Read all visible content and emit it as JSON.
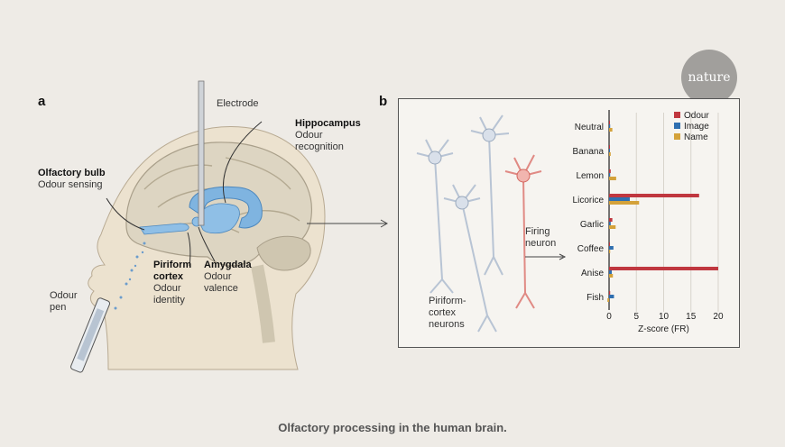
{
  "caption": "Olfactory processing in the human brain.",
  "badge": "nature",
  "panel_a": {
    "letter": "a",
    "labels": {
      "electrode": "Electrode",
      "hippocampus_title": "Hippocampus",
      "hippocampus_sub1": "Odour",
      "hippocampus_sub2": "recognition",
      "bulb_title": "Olfactory bulb",
      "bulb_sub": "Odour sensing",
      "piriform_title1": "Piriform",
      "piriform_title2": "cortex",
      "piriform_sub1": "Odour",
      "piriform_sub2": "identity",
      "amygdala_title": "Amygdala",
      "amygdala_sub1": "Odour",
      "amygdala_sub2": "valence",
      "pen1": "Odour",
      "pen2": "pen"
    }
  },
  "panel_b": {
    "letter": "b",
    "firing1": "Firing",
    "firing2": "neuron",
    "piri1": "Piriform-",
    "piri2": "cortex",
    "piri3": "neurons"
  },
  "chart_data": {
    "type": "bar",
    "orientation": "horizontal",
    "categories": [
      "Neutral",
      "Banana",
      "Lemon",
      "Licorice",
      "Garlic",
      "Coffee",
      "Anise",
      "Fish"
    ],
    "series": [
      {
        "name": "Odour",
        "color": "#c0373f",
        "values": [
          0.1,
          0.05,
          0.3,
          16.5,
          0.6,
          0.1,
          20,
          0.2
        ]
      },
      {
        "name": "Image",
        "color": "#2f6fb0",
        "values": [
          0.2,
          0.1,
          0.2,
          3.8,
          0.3,
          0.8,
          0.5,
          0.9
        ]
      },
      {
        "name": "Name",
        "color": "#d4a23a",
        "values": [
          0.6,
          0.3,
          1.3,
          5.5,
          1.2,
          0.2,
          0.7,
          -0.3
        ]
      }
    ],
    "xlabel": "Z-score (FR)",
    "xticks": [
      0,
      5,
      10,
      15,
      20
    ],
    "xlim": [
      -0.5,
      20.5
    ],
    "legend": "top-right"
  }
}
